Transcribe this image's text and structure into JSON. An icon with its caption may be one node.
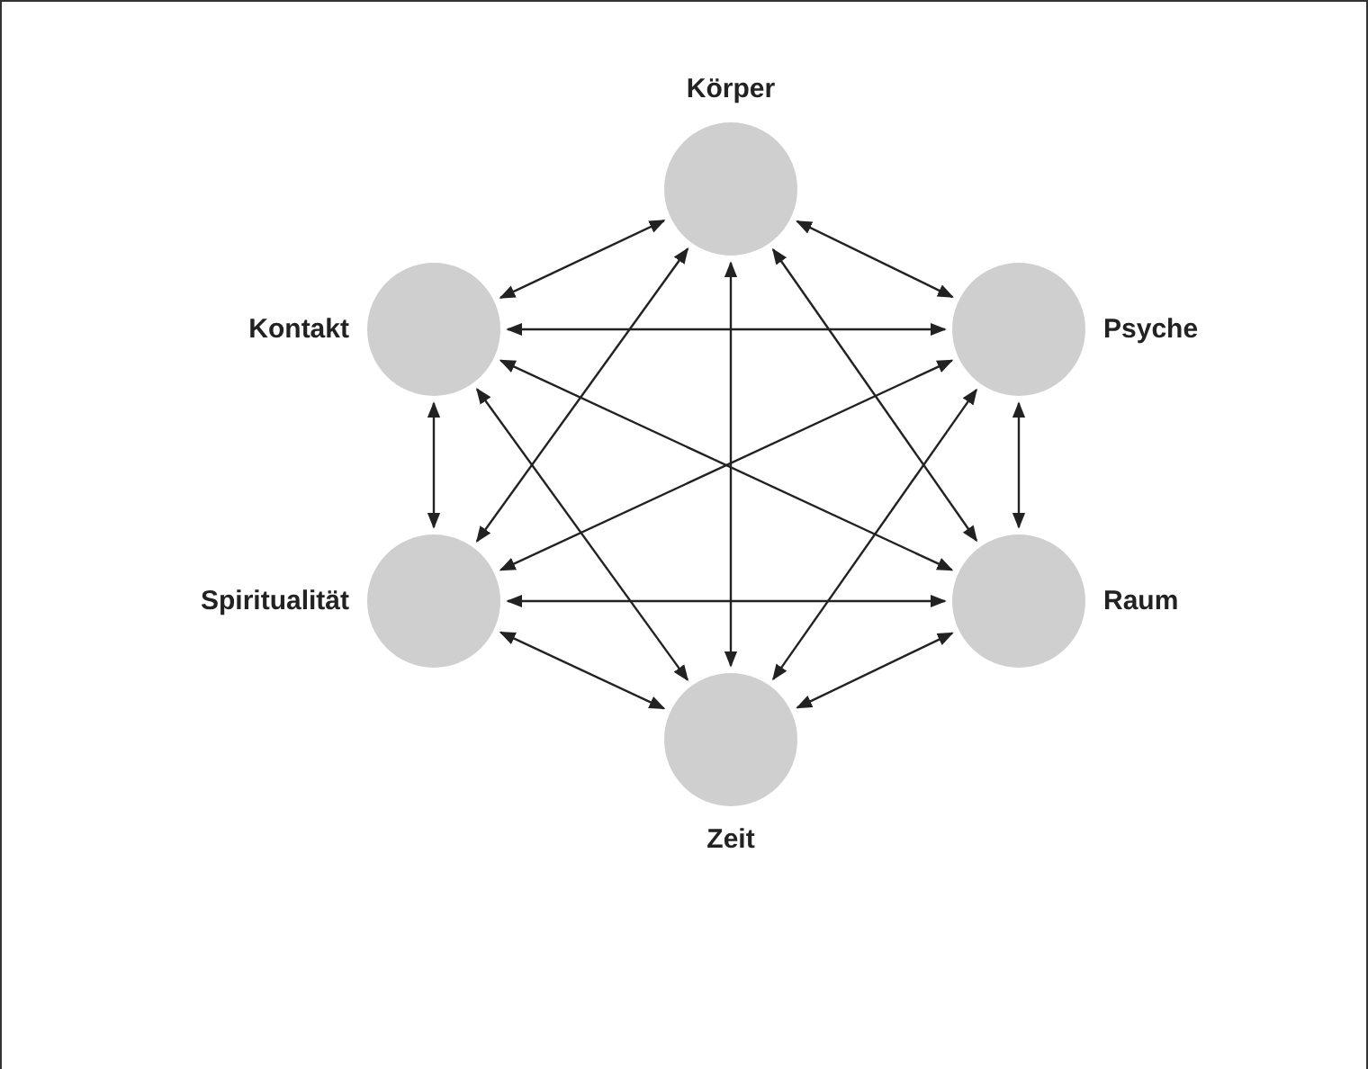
{
  "diagram": {
    "nodes": [
      {
        "text": [
          "Körper"
        ]
      },
      {
        "text": [
          "Kontakt"
        ]
      },
      {
        "text": [
          "Psyche"
        ]
      },
      {
        "text": [
          "Spiritualität"
        ]
      },
      {
        "text": [
          "Raum"
        ]
      },
      {
        "text": [
          "Zeit"
        ]
      }
    ],
    "edges": [
      {
        "from": 0,
        "to": 1,
        "arrow": "both"
      },
      {
        "from": 0,
        "to": 2,
        "arrow": "both"
      },
      {
        "from": 0,
        "to": 3,
        "arrow": "both"
      },
      {
        "from": 0,
        "to": 4,
        "arrow": "both"
      },
      {
        "from": 0,
        "to": 5,
        "arrow": "both"
      },
      {
        "from": 1,
        "to": 2,
        "arrow": "both"
      },
      {
        "from": 1,
        "to": 3,
        "arrow": "both"
      },
      {
        "from": 1,
        "to": 4,
        "arrow": "both"
      },
      {
        "from": 1,
        "to": 5,
        "arrow": "both"
      },
      {
        "from": 2,
        "to": 3,
        "arrow": "both"
      },
      {
        "from": 2,
        "to": 4,
        "arrow": "both"
      },
      {
        "from": 2,
        "to": 5,
        "arrow": "both"
      },
      {
        "from": 3,
        "to": 4,
        "arrow": "both"
      },
      {
        "from": 3,
        "to": 5,
        "arrow": "both"
      },
      {
        "from": 4,
        "to": 5,
        "arrow": "both"
      }
    ]
  }
}
